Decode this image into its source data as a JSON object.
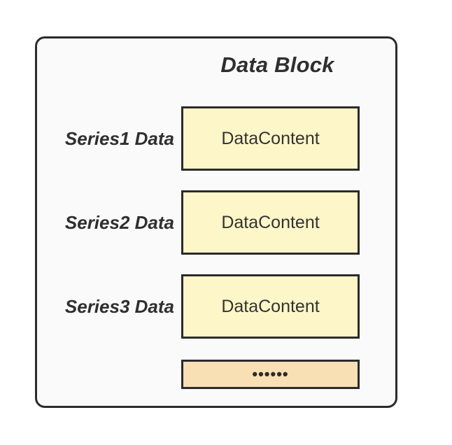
{
  "diagram": {
    "title": "Data Block",
    "container": {
      "background_color": "#fafafa",
      "border_color": "#2b2b2b"
    },
    "rows": [
      {
        "label": "Series1 Data",
        "content": "DataContent"
      },
      {
        "label": "Series2 Data",
        "content": "DataContent"
      },
      {
        "label": "Series3 Data",
        "content": "DataContent"
      }
    ],
    "more_row": {
      "label": "••••••",
      "background_color": "#f9dfb4"
    },
    "colors": {
      "content_box_fill": "#fdf6c8",
      "more_box_fill": "#f9dfb4",
      "stroke": "#2b2b2b",
      "text": "#2f2f2f"
    }
  }
}
